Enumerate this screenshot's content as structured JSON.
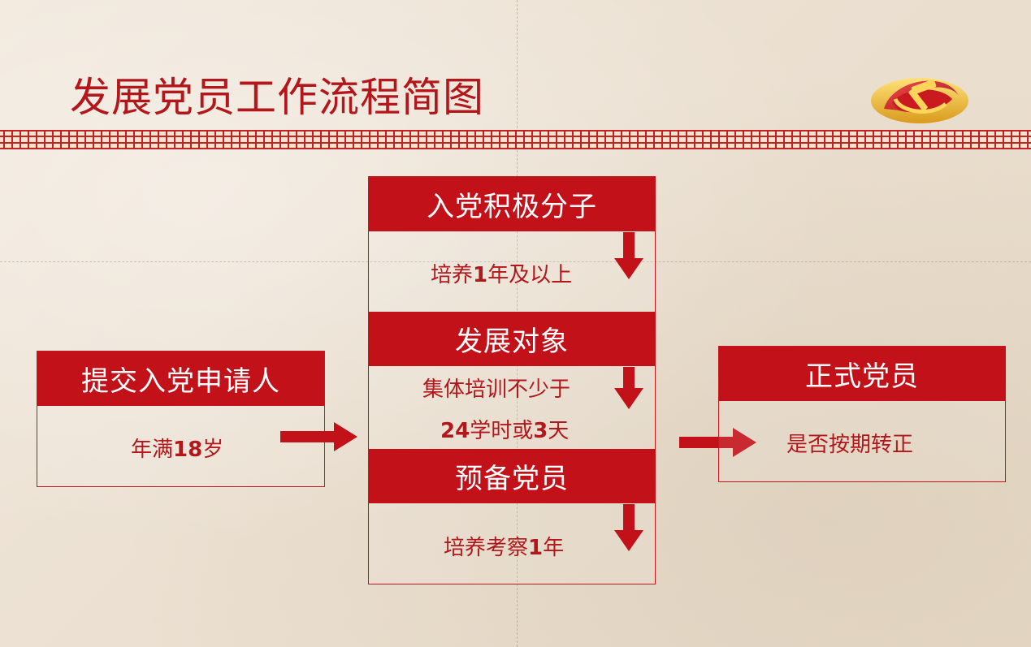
{
  "title": "发展党员工作流程简图",
  "colors": {
    "primary_red": "#c3111a",
    "text_red": "#b3171c",
    "background": "#ede3d5"
  },
  "left_box": {
    "header": "提交入党申请人",
    "condition": {
      "pre": "年满",
      "num": "18",
      "post": "岁"
    }
  },
  "center_stages": [
    {
      "header": "入党积极分子",
      "note_lines": [
        {
          "pre": "培养",
          "num": "1",
          "post": "年及以上"
        }
      ]
    },
    {
      "header": "发展对象",
      "note_lines": [
        {
          "pre": "集体培训不少于",
          "num": "",
          "post": ""
        },
        {
          "pre": "",
          "num": "24",
          "mid": "学时或",
          "num2": "3",
          "post": "天"
        }
      ]
    },
    {
      "header": "预备党员",
      "note_lines": [
        {
          "pre": "培养考察",
          "num": "1",
          "post": "年"
        }
      ]
    }
  ],
  "right_box": {
    "header": "正式党员",
    "condition": "是否按期转正"
  },
  "icons": [
    "party-emblem-icon",
    "arrow-right-icon",
    "arrow-down-icon"
  ]
}
